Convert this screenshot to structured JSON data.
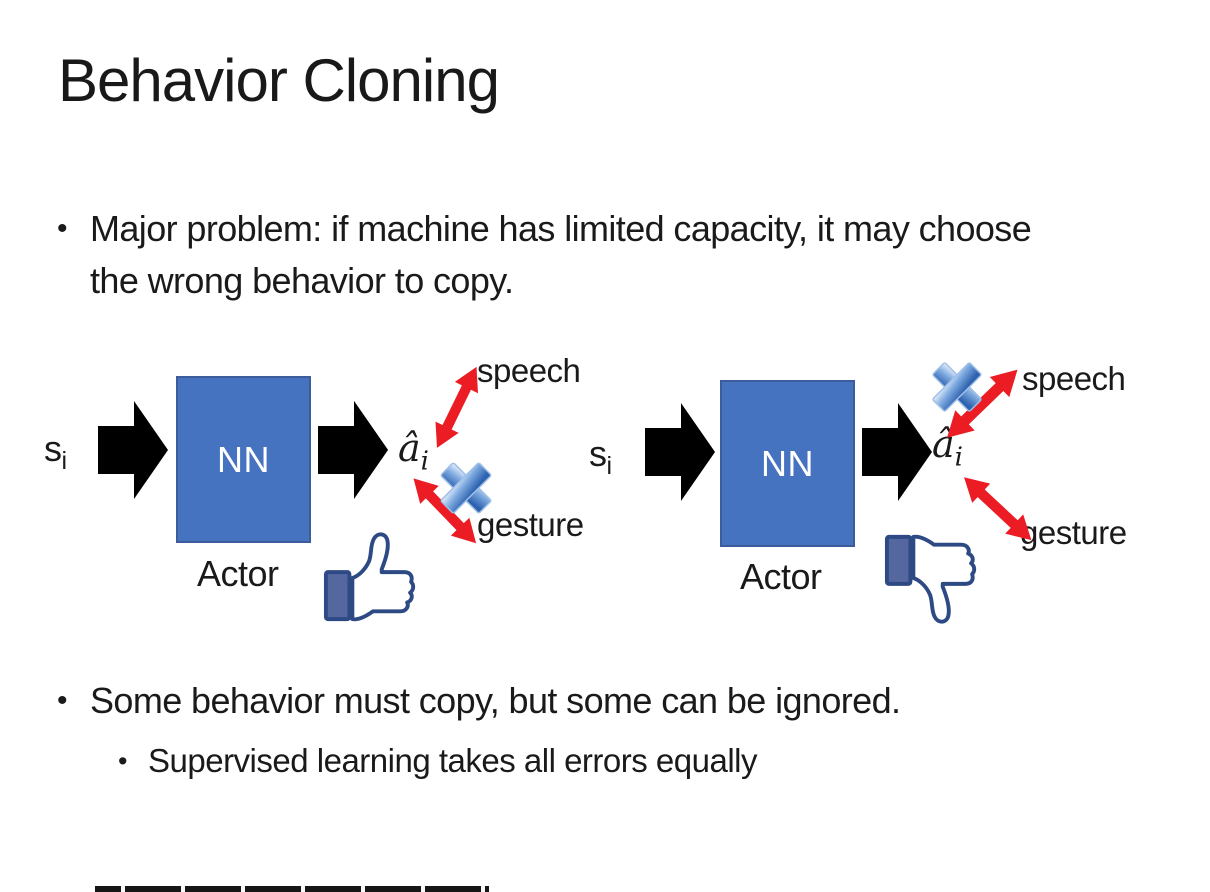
{
  "slide": {
    "title": "Behavior Cloning",
    "bullet_glyph": "•",
    "bullet_major": "Major problem: if machine has limited capacity, it may choose the wrong behavior to copy.",
    "bullet_some": "Some behavior must copy, but some can be ignored.",
    "bullet_supervised": "Supervised learning takes all errors equally"
  },
  "diagram_left": {
    "state_base": "s",
    "state_sub": "i",
    "nn_label": "NN",
    "action_base": "â",
    "action_sub": "i",
    "speech_label": "speech",
    "gesture_label": "gesture",
    "actor_label": "Actor",
    "crossed_out_action": "gesture",
    "feedback_icon": "thumbs-up"
  },
  "diagram_right": {
    "state_base": "s",
    "state_sub": "i",
    "nn_label": "NN",
    "action_base": "â",
    "action_sub": "i",
    "speech_label": "speech",
    "gesture_label": "gesture",
    "actor_label": "Actor",
    "crossed_out_action": "speech",
    "feedback_icon": "thumbs-down"
  },
  "colors": {
    "nn_box_fill": "#4573C0",
    "nn_box_border": "#3C5C9C",
    "flow_arrow": "#000000",
    "relation_arrow_red": "#EC1C24",
    "cross_blue": "#3E74C4",
    "thumb_outline_navy": "#2E4A85",
    "thumb_cuff_fill": "#54679F",
    "text": "#1A1A1A"
  }
}
